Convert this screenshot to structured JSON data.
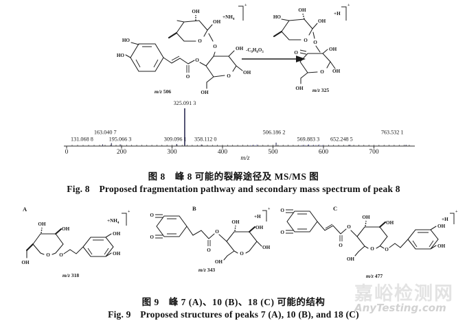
{
  "atoms": {
    "oh": "OH",
    "ho": "HO",
    "o": "O"
  },
  "sym": {
    "plus": "+"
  },
  "fig8": {
    "precursor": {
      "adduct": "+NH",
      "adduct_sub": "4",
      "charge": "+",
      "mz_prefix": "m/z",
      "mz_value": "506"
    },
    "loss": {
      "c": "-C",
      "n9": "9",
      "h": "H",
      "n8": "8",
      "o": "O",
      "n3": "3"
    },
    "product": {
      "adduct": "+H",
      "charge": "+",
      "mz_prefix": "m/z",
      "mz_value": "325"
    },
    "caption_zh": "图 8　峰 8 可能的裂解途径及 MS/MS 图",
    "caption_en": "Fig. 8　Proposed fragmentation pathway and secondary mass spectrum of peak 8"
  },
  "chart_data": {
    "type": "bar",
    "subtype": "tandem-mass-spectrum-sticks",
    "title": "",
    "xlabel": "m/z",
    "x_ticks": [
      "0",
      "200",
      "300",
      "400",
      "500",
      "600",
      "700"
    ],
    "x_axis_range_displayed": [
      0,
      780
    ],
    "x_axis_note": "compressed scale below m/z 200",
    "ylim": [
      0,
      100
    ],
    "grid": false,
    "base_peak": {
      "mz": 325.0913,
      "label": "325.091 3"
    },
    "peaks": [
      {
        "mz": 131.0688,
        "label": "131.068 8",
        "rel_intensity": 3.5,
        "label_dx": -30,
        "label_row": 0
      },
      {
        "mz": 163.0407,
        "label": "163.040 7",
        "rel_intensity": 7,
        "label_dx": -9,
        "label_row": 1
      },
      {
        "mz": 195.0663,
        "label": "195.066 3",
        "rel_intensity": 3.5,
        "label_dx": 0,
        "label_row": 0
      },
      {
        "mz": 309.0961,
        "label": "309.096 1",
        "rel_intensity": 4.5,
        "label_dx": -2,
        "label_row": 0
      },
      {
        "mz": 325.0913,
        "label": "325.091 3",
        "rel_intensity": 100,
        "label_dx": 0,
        "label_row": 2
      },
      {
        "mz": 358.112,
        "label": "358.112 0",
        "rel_intensity": 3,
        "label_dx": 6,
        "label_row": 0
      },
      {
        "mz": 506.1862,
        "label": "506.186 2",
        "rel_intensity": 8,
        "label_dx": -3,
        "label_row": 1
      },
      {
        "mz": 569.8833,
        "label": "569.883 3",
        "rel_intensity": 2.5,
        "label_dx": 0,
        "label_row": 0
      },
      {
        "mz": 652.2485,
        "label": "652.248 5",
        "rel_intensity": 2.5,
        "label_dx": -12,
        "label_row": 0
      },
      {
        "mz": 763.5321,
        "label": "763.532 1",
        "rel_intensity": 2.5,
        "label_dx": -20,
        "label_row": 1
      }
    ]
  },
  "fig9": {
    "a": {
      "letter": "A",
      "adduct": "+NH",
      "adduct_sub": "4",
      "charge": "+",
      "mz_prefix": "m/z",
      "mz_value": "318"
    },
    "b": {
      "letter": "B",
      "adduct": "+H",
      "charge": "+",
      "mz_prefix": "m/z",
      "mz_value": "343"
    },
    "c": {
      "letter": "C",
      "adduct": "+H",
      "charge": "+",
      "mz_prefix": "m/z",
      "mz_value": "477"
    },
    "caption_zh": "图 9　峰 7 (A)、10 (B)、18 (C) 可能的结构",
    "caption_en": "Fig. 9　Proposed structures of peaks 7 (A), 10 (B), and 18 (C)"
  },
  "watermark": {
    "line1": "嘉峪检测网",
    "line2": "AnyTesting.com"
  }
}
